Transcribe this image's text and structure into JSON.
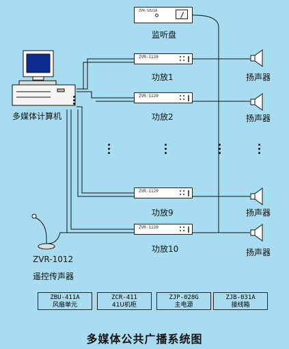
{
  "diagram": {
    "title": "多媒体公共广播系统图",
    "monitor_panel": {
      "label": "监听盘",
      "model": "ZVR-1021A"
    },
    "computer": {
      "label": "多媒体计算机"
    },
    "amplifiers": [
      {
        "label": "功放1",
        "model": "ZVR-1120"
      },
      {
        "label": "功放2",
        "model": "ZVR-1120"
      },
      {
        "label": "功放9",
        "model": "ZVR-1120"
      },
      {
        "label": "功放10",
        "model": "ZVR-1120"
      }
    ],
    "speakers": [
      {
        "label": "扬声器"
      },
      {
        "label": "扬声器"
      },
      {
        "label": "扬声器"
      },
      {
        "label": "扬声器"
      }
    ],
    "microphone": {
      "model": "ZVR-1012",
      "label": "遥控传声器"
    },
    "bottom_units": [
      {
        "model": "ZBU-411A",
        "name": "风扇单元"
      },
      {
        "model": "ZCR-411",
        "name": "41U机柜"
      },
      {
        "model": "ZJP-028G",
        "name": "主电源"
      },
      {
        "model": "ZJB-031A",
        "name": "接线箱"
      }
    ],
    "colors": {
      "background": "#a8dcf0",
      "line": "#111111",
      "box": "#ffffff"
    }
  }
}
